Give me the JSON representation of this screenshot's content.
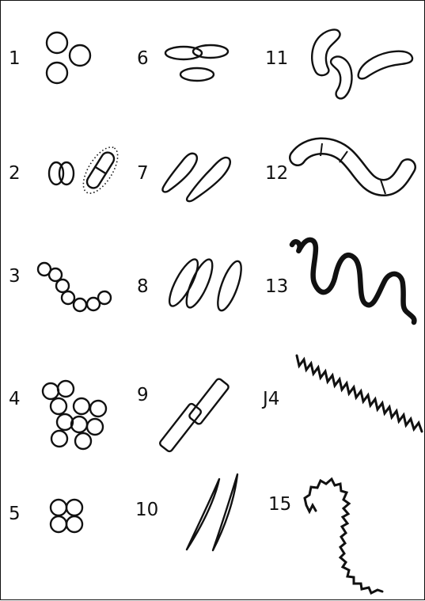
{
  "figure": {
    "labels": [
      "1",
      "2",
      "3",
      "4",
      "5",
      "6",
      "7",
      "8",
      "9",
      "10",
      "11",
      "12",
      "13",
      "J4",
      "15"
    ]
  }
}
